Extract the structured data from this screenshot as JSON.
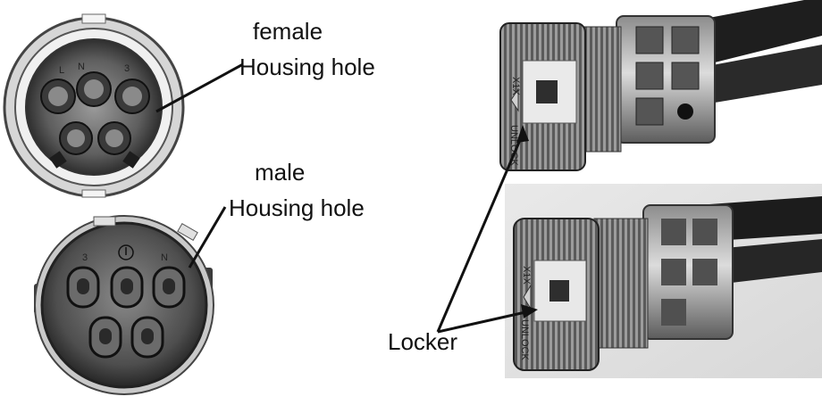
{
  "labels": {
    "female_line1": "female",
    "female_line2": "Housing hole",
    "male_line1": "male",
    "male_line2": "Housing hole",
    "locker": "Locker"
  },
  "markings": {
    "female_pins": [
      "L",
      "N",
      "3"
    ],
    "male_pins": [
      "3",
      "N"
    ],
    "sleeve_top": "X1X",
    "sleeve_bottom": "X1X",
    "unlock_top": "UNLOCK",
    "unlock_bottom": "UNLOCK"
  },
  "colors": {
    "line": "#111111",
    "connector_dark": "#2b2b2b",
    "connector_mid": "#6e6e6e",
    "connector_light": "#c9c9c9",
    "photo_bg": "#e4e4e4"
  }
}
